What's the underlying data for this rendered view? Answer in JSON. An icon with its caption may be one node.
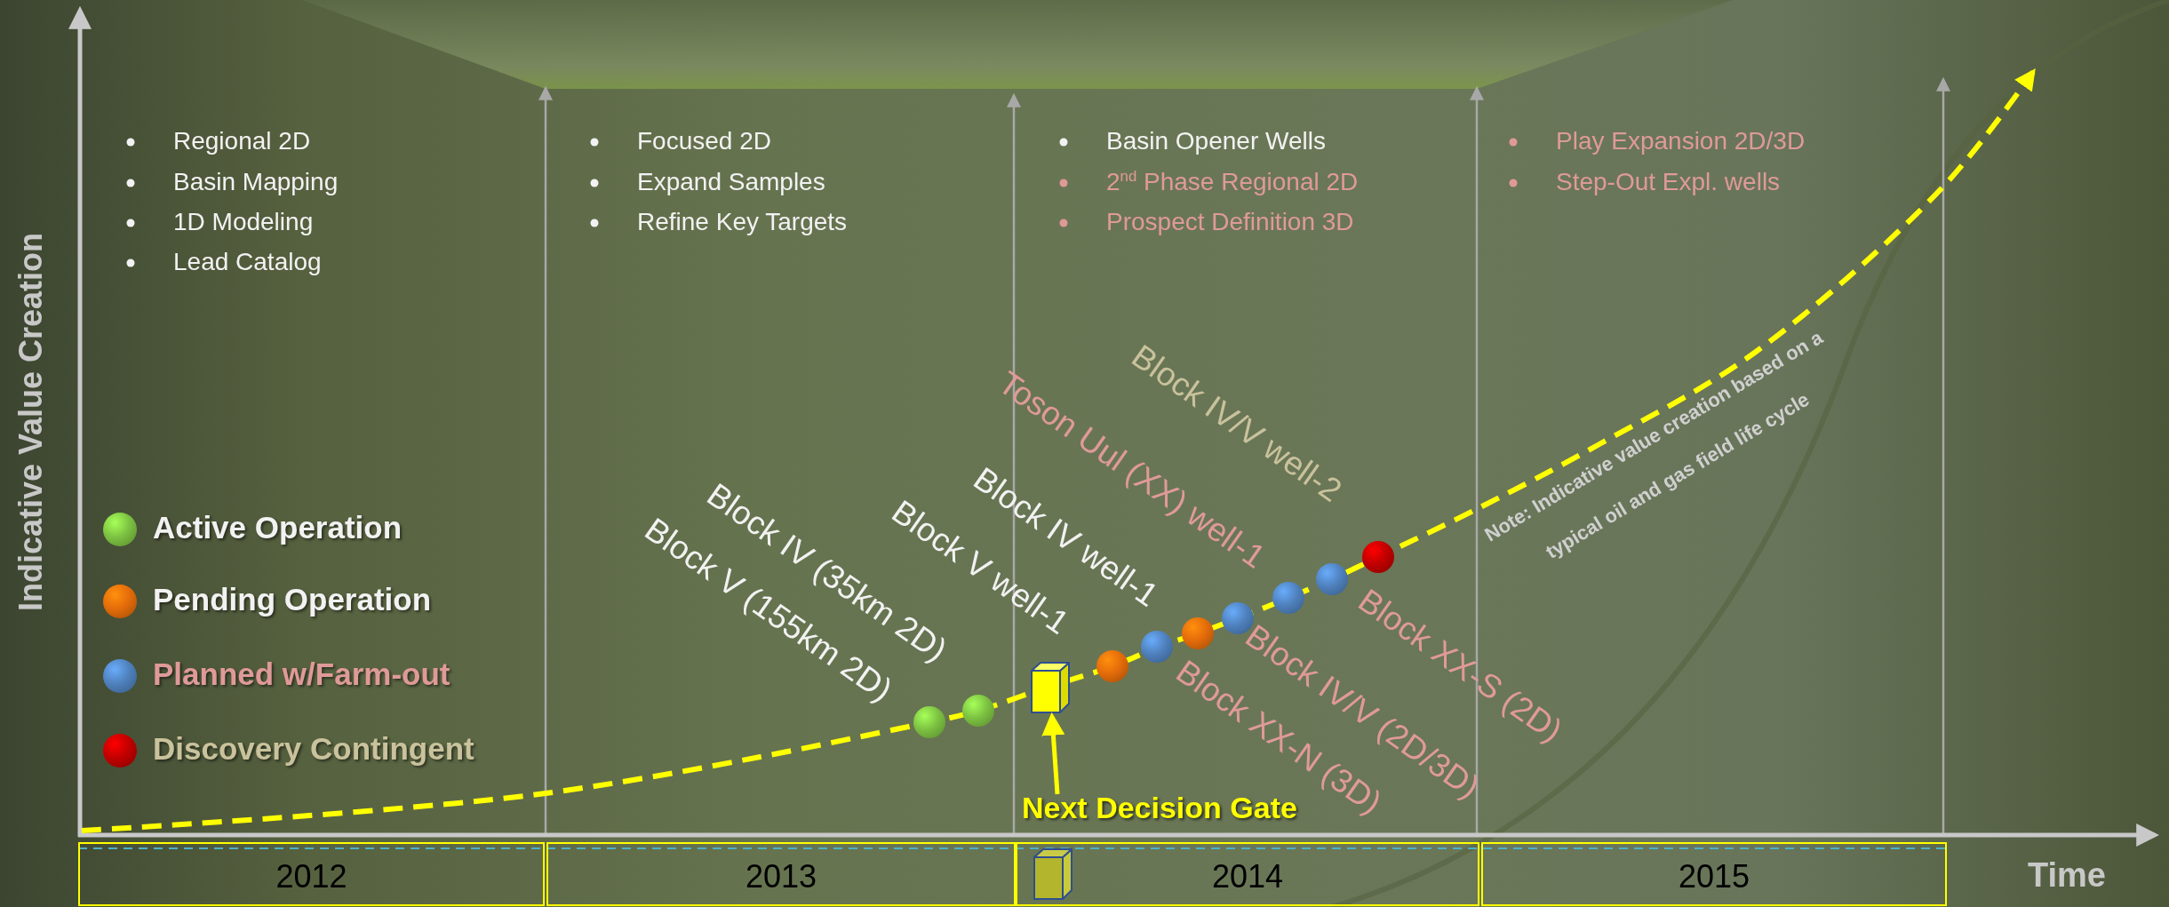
{
  "diagram": {
    "nodes": [
      {
        "text": [],
        "shape": "circle"
      },
      {
        "text": [],
        "shape": "circle"
      },
      {
        "text": [],
        "shape": "box"
      },
      {
        "text": [],
        "shape": "circle"
      },
      {
        "text": [],
        "shape": "circle"
      },
      {
        "text": [],
        "shape": "circle"
      },
      {
        "text": [],
        "shape": "circle"
      },
      {
        "text": [],
        "shape": "circle"
      },
      {
        "text": [],
        "shape": "circle"
      },
      {
        "text": [],
        "shape": "circle"
      },
      {
        "text": [
          "Next Decision Gate"
        ]
      },
      {
        "text": [
          "2012"
        ]
      },
      {
        "text": [
          "2013"
        ]
      },
      {
        "text": [
          "2014"
        ]
      },
      {
        "text": [
          "2015"
        ]
      }
    ],
    "edges": [
      {
        "from": 10,
        "to": 2,
        "arrow": "to"
      }
    ],
    "labels": [
      "Indicative Value Creation",
      "Regional 2D",
      "Basin Mapping",
      "1D Modeling",
      "Lead Catalog",
      "Focused 2D",
      "Expand Samples",
      "Refine Key Targets",
      "Basin Opener Wells",
      "2$^{nd}$ Phase Regional 2D",
      "Prospect Definition 3D",
      "Play Expansion 2D/3D",
      "Step-Out Expl. wells",
      "Block V (155km 2D)",
      "Block IV (35km 2D)",
      "Block V well-1",
      "Block IV well-1",
      "Toson Uul (XX) well-1",
      "Block IV/V well-2",
      "Block XX-N (3D)",
      "Block IV/V (2D/3D)",
      "Block XX-S (2D)",
      "Note: Indicative value creation based on a typical oil and gas field life cycle",
      "Time"
    ],
    "legend": [
      {
        "text": "Active Operation",
        "color": "#7dc242"
      },
      {
        "text": "Pending Operation",
        "color": "#e46c0a"
      },
      {
        "text": "Planned w/Farm-out",
        "color": "#4f81bd"
      },
      {
        "text": "Discovery Contingent",
        "color": "#c00000"
      }
    ]
  }
}
